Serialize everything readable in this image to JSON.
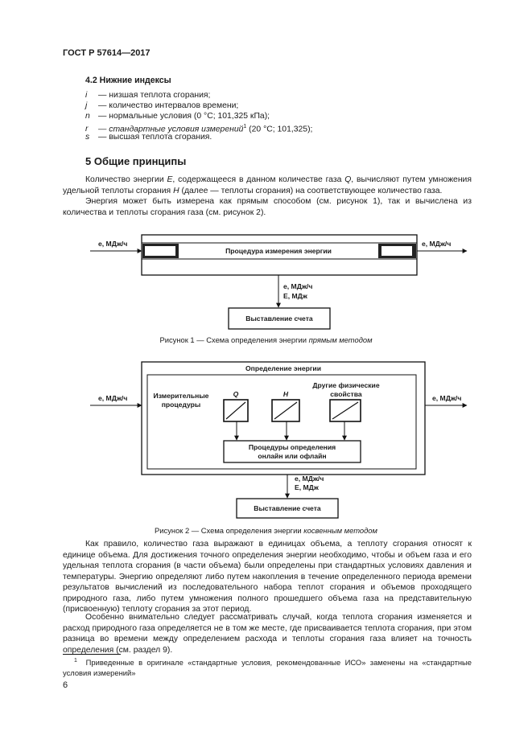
{
  "header": {
    "standard": "ГОСТ Р 57614—2017"
  },
  "section_42": {
    "title": "4.2 Нижние индексы",
    "items": [
      {
        "sym": "i",
        "text": "— низшая теплота сгорания;"
      },
      {
        "sym": "j",
        "text": "— количество интервалов времени;"
      },
      {
        "sym": "n",
        "text": "— нормальные условия (0 °С; 101,325 кПа);"
      },
      {
        "sym": "r",
        "text_italic": "— стандартные условия измерений",
        "sup": "1",
        "text": " (20 °С; 101,325);"
      },
      {
        "sym": "s",
        "text": "— высшая теплота сгорания."
      }
    ]
  },
  "section_5": {
    "title": "5 Общие принципы",
    "p1_a": "Количество энергии ",
    "p1_E": "E",
    "p1_b": ", содержащееся в данном количестве газа ",
    "p1_Q": "Q",
    "p1_c": ", вычисляют путем умножения удельной теплоты сгорания ",
    "p1_H": "H",
    "p1_d": " (далее — теплоты сгорания) на соответствующее количество газа.",
    "p2": "Энергия может быть измерена как прямым способом (см. рисунок 1), так и вычислена из количества и теплоты сгорания газа (см. рисунок 2)."
  },
  "figure1": {
    "in_label": "e, МДж/ч",
    "out_label": "e, МДж/ч",
    "proc_label": "Процедура измерения энергии",
    "mid_label1": "e, МДж/ч",
    "mid_label2": "E, МДж",
    "bill_label": "Выставление счета",
    "caption_a": "Рисунок 1 — Схема определения энергии ",
    "caption_i": "прямым методом"
  },
  "figure2": {
    "title": "Определение энергии",
    "in_label": "e, МДж/ч",
    "out_label": "e, МДж/ч",
    "meas_label": "Измерительные процедуры",
    "q_label": "Q",
    "h_label": "H",
    "other_label": "Другие физические свойства",
    "proc_label": "Процедуры определения онлайн или офлайн",
    "mid_label1": "e, МДж/ч",
    "mid_label2": "E, МДж",
    "bill_label": "Выставление счета",
    "caption_a": "Рисунок 2 — Схема определения энергии ",
    "caption_i": "косвенным методом"
  },
  "body": {
    "p3": "Как правило, количество газа выражают в единицах объема, а теплоту сгорания относят к единице объема. Для достижения точного определения энергии необходимо, чтобы и объем газа и его удельная теплота сгорания (в части объема) были определены при стандартных условиях давления и температуры. Энергию определяют либо путем накопления в течение определенного периода времени результатов вычислений из последовательного набора теплот сгорания и объемов проходящего природного газа, либо путем умножения полного прошедшего объема газа на представительную (присвоенную) теплоту сгорания за этот период.",
    "p4": "Особенно внимательно следует рассматривать случай, когда теплота сгорания изменяется и расход природного газа определяется не в том же месте, где присваивается теплота сгорания, при этом разница во времени между определением расхода и теплоты сгорания газа влияет на точность определения (см. раздел 9)."
  },
  "footnote": {
    "mark": "1",
    "text": "Приведенные в оригинале «стандартные условия, рекомендованные ИСО» заменены на «стандартные условия измерений»"
  },
  "page_number": "6"
}
